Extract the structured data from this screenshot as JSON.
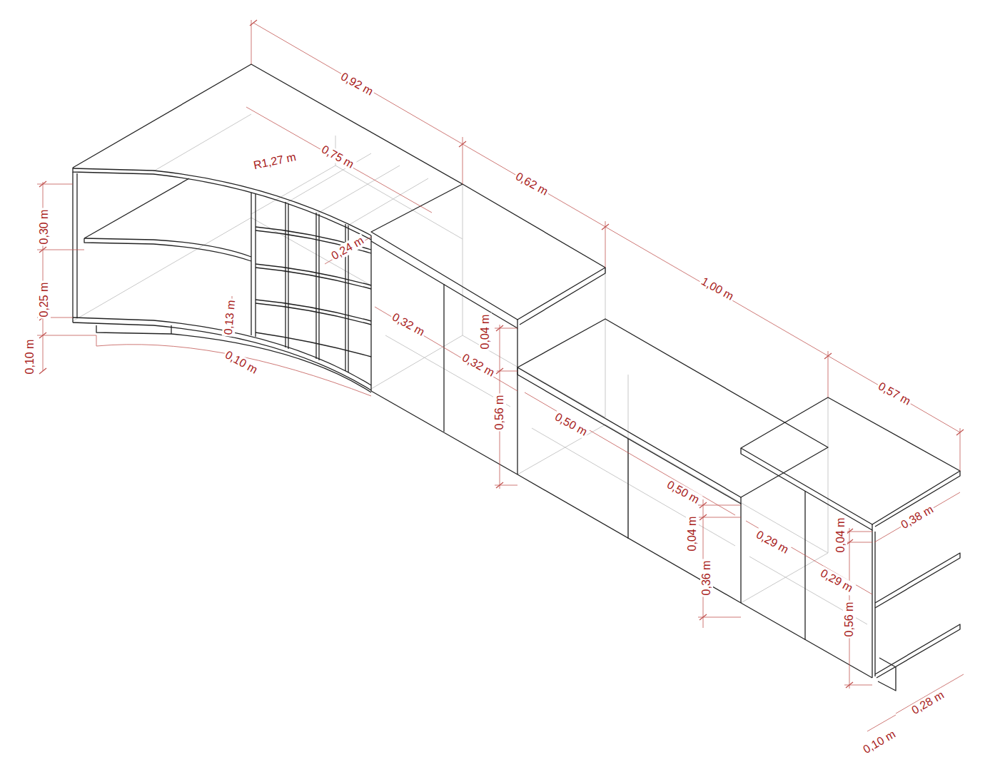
{
  "diagram": {
    "labels": [
      "0,92 m",
      "R1,27 m",
      "0,75 m",
      "0,62 m",
      "1,00 m",
      "0,57 m",
      "0,30 m",
      "0,25 m",
      "0,10 m",
      "0,13 m",
      "0,10 m",
      "0,24 m",
      "0,32 m",
      "0,32 m",
      "0,04 m",
      "0,56 m",
      "0,50 m",
      "0,50 m",
      "0,04 m",
      "0,36 m",
      "0,29 m",
      "0,29 m",
      "0,04 m",
      "0,38 m",
      "0,56 m",
      "0,28 m",
      "0,10 m"
    ]
  }
}
